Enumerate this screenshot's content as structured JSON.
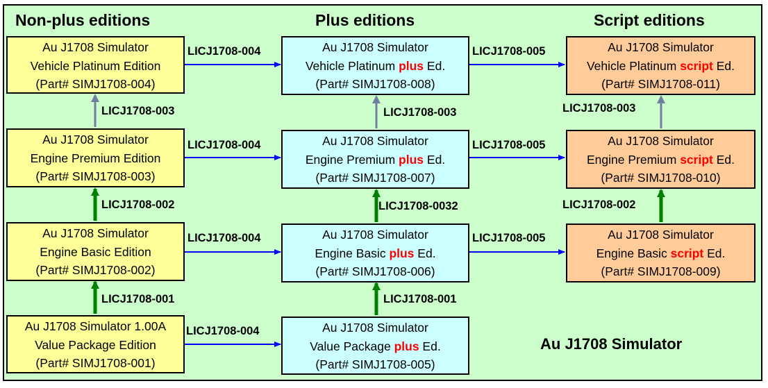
{
  "columns": [
    {
      "title": "Non-plus editions"
    },
    {
      "title": "Plus editions"
    },
    {
      "title": "Script editions"
    }
  ],
  "boxes": {
    "np_platinum": {
      "l1": "Au J1708 Simulator",
      "l2": "Vehicle Platinum Edition",
      "l3": "(Part# SIMJ1708-004)"
    },
    "np_premium": {
      "l1": "Au J1708 Simulator",
      "l2": "Engine Premium Edition",
      "l3": "(Part# SIMJ1708-003)"
    },
    "np_basic": {
      "l1": "Au J1708 Simulator",
      "l2": "Engine Basic Edition",
      "l3": "(Part# SIMJ1708-002)"
    },
    "np_value": {
      "l1": "Au J1708 Simulator 1.00A",
      "l2": "Value Package Edition",
      "l3": "(Part# SIMJ1708-001)"
    },
    "p_platinum": {
      "l1": "Au J1708 Simulator",
      "l2a": "Vehicle Platinum ",
      "kw": "plus",
      "l2b": " Ed.",
      "l3": "(Part# SIMJ1708-008)"
    },
    "p_premium": {
      "l1": "Au J1708 Simulator",
      "l2a": "Engine Premium ",
      "kw": "plus",
      "l2b": " Ed.",
      "l3": "(Part# SIMJ1708-007)"
    },
    "p_basic": {
      "l1": "Au J1708 Simulator",
      "l2a": "Engine Basic ",
      "kw": "plus",
      "l2b": " Ed.",
      "l3": "(Part# SIMJ1708-006)"
    },
    "p_value": {
      "l1": "Au J1708 Simulator",
      "l2a": "Value Package ",
      "kw": "plus",
      "l2b": " Ed.",
      "l3": "(Part# SIMJ1708-005)"
    },
    "s_platinum": {
      "l1": "Au J1708 Simulator",
      "l2a": "Vehicle Platinum ",
      "kw": "script",
      "l2b": " Ed.",
      "l3": "(Part# SIMJ1708-011)"
    },
    "s_premium": {
      "l1": "Au J1708 Simulator",
      "l2a": "Engine Premium ",
      "kw": "script",
      "l2b": " Ed.",
      "l3": "(Part# SIMJ1708-010)"
    },
    "s_basic": {
      "l1": "Au J1708 Simulator",
      "l2a": "Engine Basic ",
      "kw": "script",
      "l2b": " Ed.",
      "l3": "(Part# SIMJ1708-009)"
    }
  },
  "licenses": {
    "h_np_p_platinum": "LICJ1708-004",
    "h_np_p_premium": "LICJ1708-004",
    "h_np_p_basic": "LICJ1708-004",
    "h_np_p_value": "LICJ1708-004",
    "h_p_s_platinum": "LICJ1708-005",
    "h_p_s_premium": "LICJ1708-005",
    "h_p_s_basic": "LICJ1708-005",
    "v_np_value_basic": "LICJ1708-001",
    "v_np_basic_premium": "LICJ1708-002",
    "v_np_premium_platinum": "LICJ1708-003",
    "v_p_value_basic": "LICJ1708-001",
    "v_p_basic_premium": "LICJ1708-0032",
    "v_p_premium_platinum": "LICJ1708-003",
    "v_s_basic_premium": "LICJ1708-002",
    "v_s_premium_platinum": "LICJ1708-003"
  },
  "brand": "Au J1708 Simulator",
  "colors": {
    "background": "#ccffcc",
    "non_plus_box": "#ffff99",
    "plus_box": "#ccffff",
    "script_box": "#ffcc99",
    "keyword": "#ff0000",
    "horizontal_arrow": "#0000ff",
    "vertical_arrow_green": "#008000",
    "vertical_arrow_gray": "#7080a0"
  }
}
